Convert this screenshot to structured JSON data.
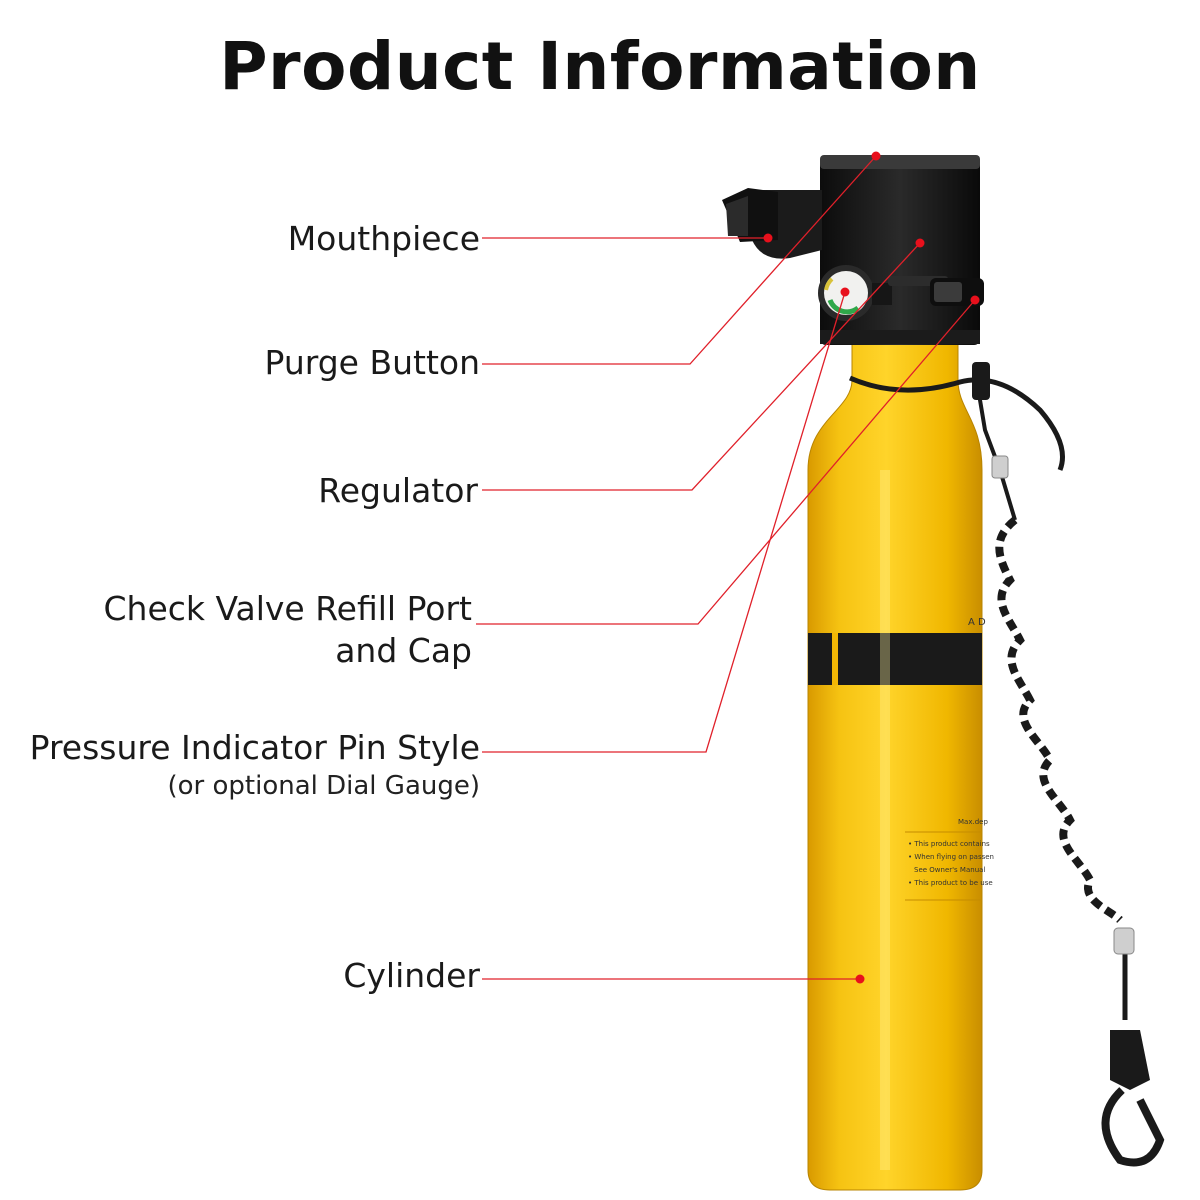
{
  "title": "Product Information",
  "labels": {
    "mouthpiece": "Mouthpiece",
    "purge_button": "Purge Button",
    "regulator": "Regulator",
    "check_valve_line1": "Check Valve Refill Port",
    "check_valve_line2": "and Cap",
    "pressure_indicator": "Pressure Indicator Pin Style",
    "pressure_indicator_note": "(or optional Dial Gauge)",
    "cylinder": "Cylinder"
  },
  "cylinder_text": {
    "band_text": "A D",
    "warning_heading": "Max.dep",
    "warning_1": "• This product contains",
    "warning_2": "• When flying on passen",
    "warning_3": "See Owner's Manual",
    "warning_4": "• This product to be use"
  },
  "colors": {
    "leader_line": "#e0202a",
    "callout_dot": "#e8101c",
    "cylinder": "#f2b705",
    "regulator_body": "#141414"
  }
}
